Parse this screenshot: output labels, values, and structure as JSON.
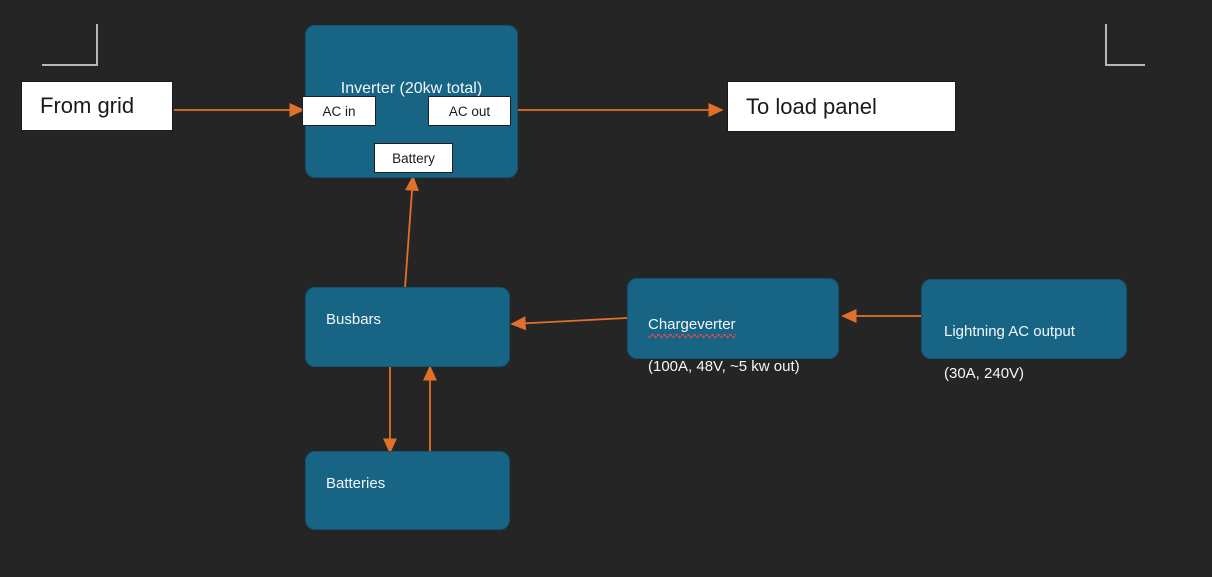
{
  "canvas": {
    "background_color": "#252525",
    "node_fill_color": "#176485",
    "arrow_color": "#E2702A",
    "crop_mark_color": "#B7B7B7",
    "white_box_color": "#FFFFFF"
  },
  "nodes": {
    "from_grid": {
      "label": "From grid"
    },
    "to_load_panel": {
      "label": "To load panel"
    },
    "inverter": {
      "title": "Inverter (20kw total)",
      "ports": {
        "ac_in": "AC in",
        "ac_out": "AC out",
        "battery": "Battery"
      }
    },
    "busbars": {
      "label": "Busbars"
    },
    "batteries": {
      "label": "Batteries"
    },
    "chargeverter": {
      "line1": "Chargeverter",
      "line2": "(100A, 48V, ~5 kw out)"
    },
    "lightning_ac_output": {
      "line1": "Lightning AC output",
      "line2": "(30A, 240V)"
    }
  },
  "connections": [
    {
      "name": "grid-to-ac-in",
      "from": "From grid",
      "to": "AC in",
      "direction": "right"
    },
    {
      "name": "ac-out-to-load-panel",
      "from": "AC out",
      "to": "To load panel",
      "direction": "right"
    },
    {
      "name": "busbars-to-inverter-battery",
      "from": "Busbars",
      "to": "Battery",
      "direction": "up"
    },
    {
      "name": "busbars-to-batteries",
      "from": "Busbars",
      "to": "Batteries",
      "direction": "down"
    },
    {
      "name": "batteries-to-busbars",
      "from": "Batteries",
      "to": "Busbars",
      "direction": "up"
    },
    {
      "name": "chargeverter-to-busbars",
      "from": "Chargeverter",
      "to": "Busbars",
      "direction": "left"
    },
    {
      "name": "lightning-to-chargeverter",
      "from": "Lightning AC output",
      "to": "Chargeverter",
      "direction": "left"
    }
  ]
}
